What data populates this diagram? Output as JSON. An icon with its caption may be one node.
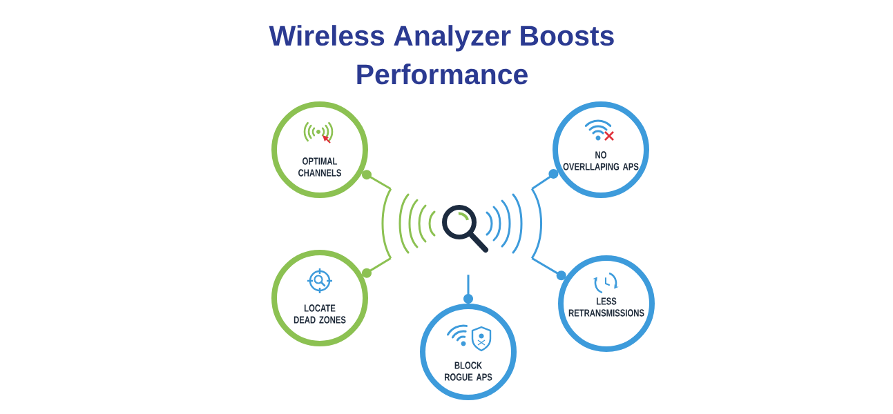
{
  "diagram": {
    "title": "Wireless Analyzer Boosts Performance",
    "nodes": [
      {
        "text": [
          "OPTIMAL CHANNELS"
        ]
      },
      {
        "text": [
          "NO OVERLLAPING APS"
        ]
      },
      {
        "text": [],
        "shape": "picture"
      },
      {
        "text": [
          "LOCATE DEAD ZONES"
        ]
      },
      {
        "text": [
          "LESS RETRANSMISSIONS"
        ]
      },
      {
        "text": [
          "BLOCK ROGUE APS"
        ]
      }
    ],
    "edges": [
      {
        "from": 2,
        "to": 0,
        "arrow": "other",
        "color": "#8cc152"
      },
      {
        "from": 2,
        "to": 1,
        "arrow": "other"
      },
      {
        "from": 2,
        "to": 3,
        "arrow": "other",
        "color": "#8cc152"
      },
      {
        "from": 2,
        "to": 4,
        "arrow": "other"
      },
      {
        "from": 2,
        "to": 5,
        "arrow": "other"
      }
    ]
  }
}
